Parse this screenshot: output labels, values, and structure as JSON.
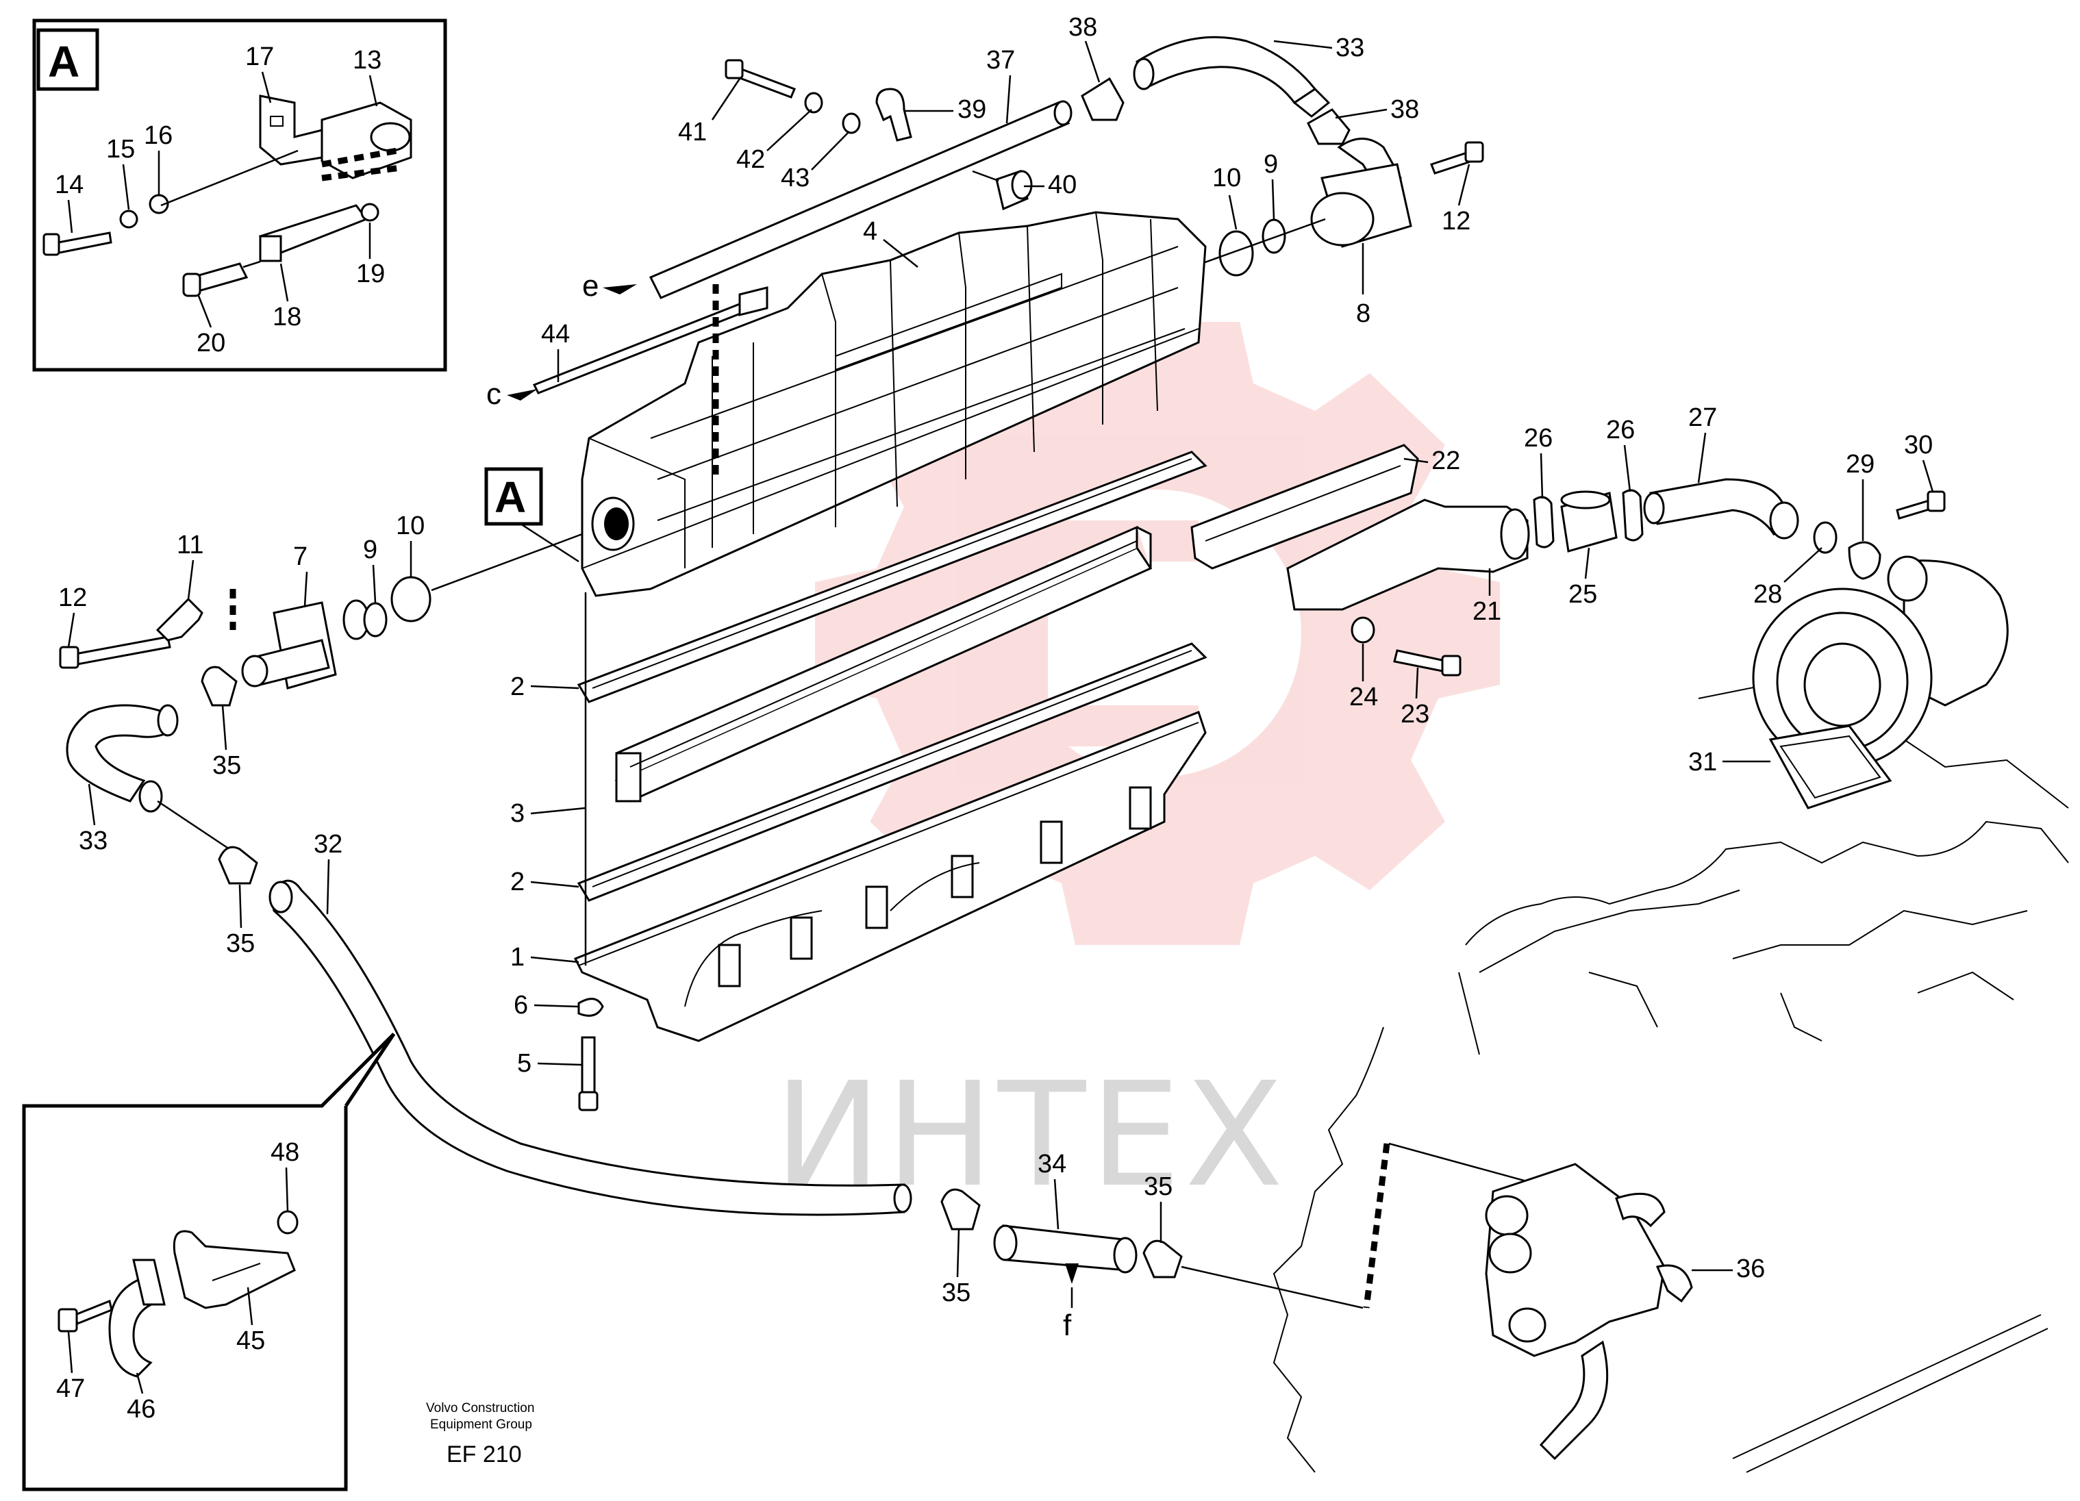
{
  "watermark": "ИНТЕХ",
  "credit": {
    "line1": "Volvo Construction",
    "line2": "Equipment Group",
    "code": "EF 210"
  },
  "detail_box_labels": {
    "top_left": "A",
    "main": "A"
  },
  "connection_letters": {
    "e": "e",
    "c": "c",
    "f": "f"
  },
  "callouts": {
    "n1": "1",
    "n2a": "2",
    "n2b": "2",
    "n3": "3",
    "n4": "4",
    "n5": "5",
    "n6": "6",
    "n7": "7",
    "n8": "8",
    "n9a": "9",
    "n9b": "9",
    "n10a": "10",
    "n10b": "10",
    "n11": "11",
    "n12a": "12",
    "n12b": "12",
    "n13": "13",
    "n14": "14",
    "n15": "15",
    "n16": "16",
    "n17": "17",
    "n18": "18",
    "n19": "19",
    "n20": "20",
    "n21": "21",
    "n22": "22",
    "n23": "23",
    "n24": "24",
    "n25": "25",
    "n26a": "26",
    "n26b": "26",
    "n27": "27",
    "n28": "28",
    "n29": "29",
    "n30": "30",
    "n31": "31",
    "n32": "32",
    "n33a": "33",
    "n33b": "33",
    "n34": "34",
    "n35a": "35",
    "n35b": "35",
    "n35c": "35",
    "n35d": "35",
    "n36": "36",
    "n37": "37",
    "n38a": "38",
    "n38b": "38",
    "n39": "39",
    "n40": "40",
    "n41": "41",
    "n42": "42",
    "n43": "43",
    "n44": "44",
    "n45": "45",
    "n46": "46",
    "n47": "47",
    "n48": "48"
  },
  "colors": {
    "watermark_red": "#e53935",
    "watermark_gray": "#d8d8d8",
    "ink": "#000000"
  }
}
